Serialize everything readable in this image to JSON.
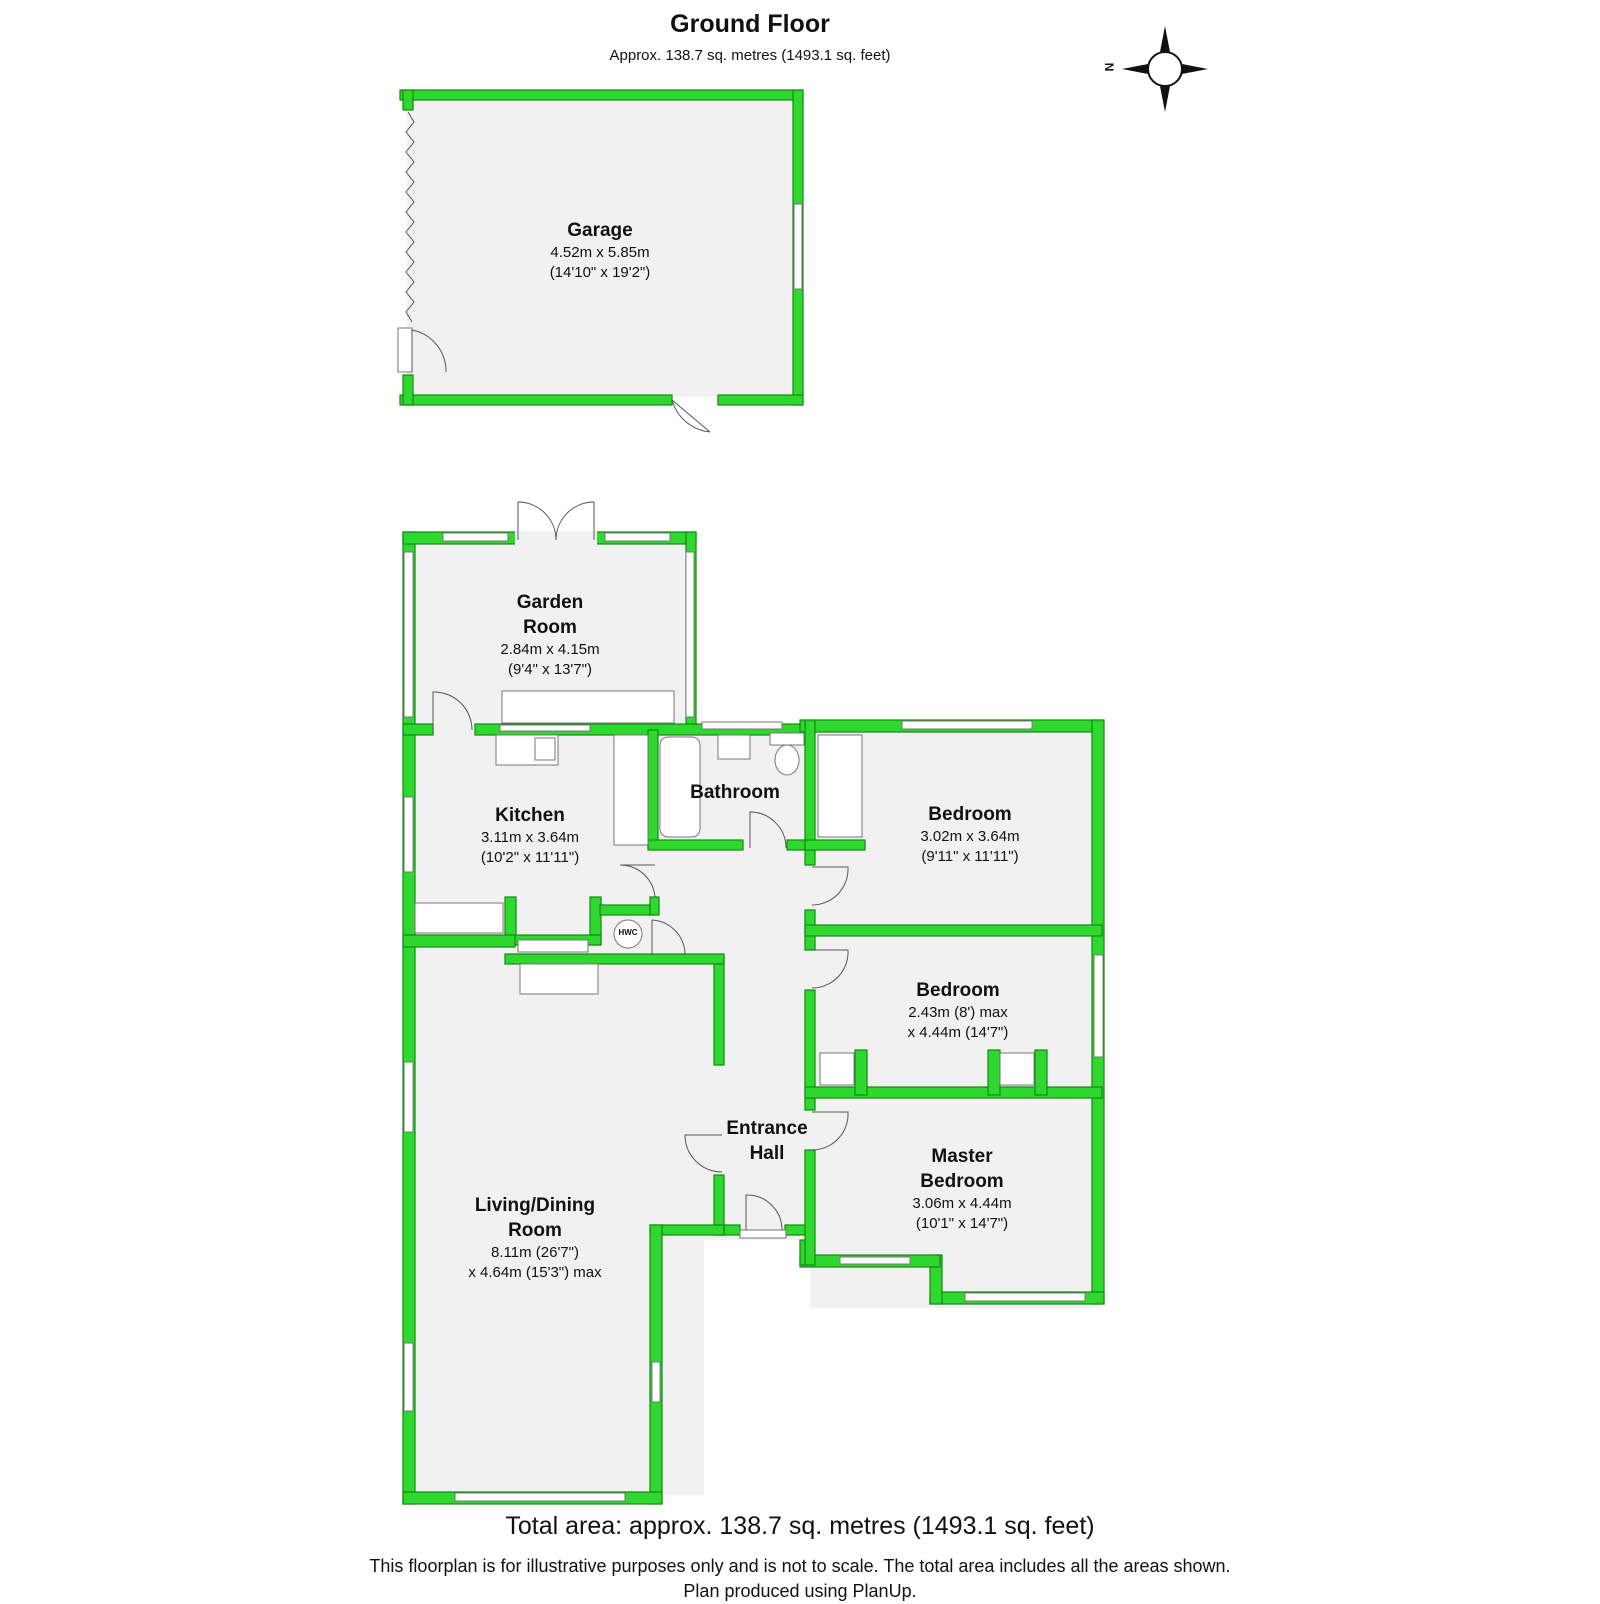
{
  "header": {
    "title": "Ground Floor",
    "subtitle": "Approx. 138.7 sq. metres (1493.1 sq. feet)"
  },
  "compass": {
    "label": "N",
    "icon": "north-arrow-icon"
  },
  "rooms": {
    "garage": {
      "name": "Garage",
      "dims": "4.52m x 5.85m\n(14'10\" x 19'2\")"
    },
    "garden_room": {
      "name": "Garden\nRoom",
      "dims": "2.84m x 4.15m\n(9'4\" x 13'7\")"
    },
    "kitchen": {
      "name": "Kitchen",
      "dims": "3.11m x 3.64m\n(10'2\" x 11'11\")"
    },
    "bathroom": {
      "name": "Bathroom",
      "dims": ""
    },
    "bedroom1": {
      "name": "Bedroom",
      "dims": "3.02m x 3.64m\n(9'11\" x 11'11\")"
    },
    "bedroom2": {
      "name": "Bedroom",
      "dims": "2.43m (8') max\nx 4.44m (14'7\")"
    },
    "master": {
      "name": "Master\nBedroom",
      "dims": "3.06m x 4.44m\n(10'1\" x 14'7\")"
    },
    "living": {
      "name": "Living/Dining\nRoom",
      "dims": "8.11m (26'7\")\nx 4.64m (15'3\") max"
    },
    "hall": {
      "name": "Entrance\nHall",
      "dims": ""
    }
  },
  "fixtures": {
    "hwc_label": "HWC"
  },
  "footer": {
    "total": "Total area: approx. 138.7 sq. metres (1493.1 sq. feet)",
    "note_line1": "This floorplan is for illustrative purposes only and is not to scale. The total area includes all the areas shown.",
    "note_line2": "Plan produced using PlanUp."
  },
  "colors": {
    "wall": "#2ed82e",
    "wall_edge": "#138813",
    "floor": "#f1f1f1"
  }
}
